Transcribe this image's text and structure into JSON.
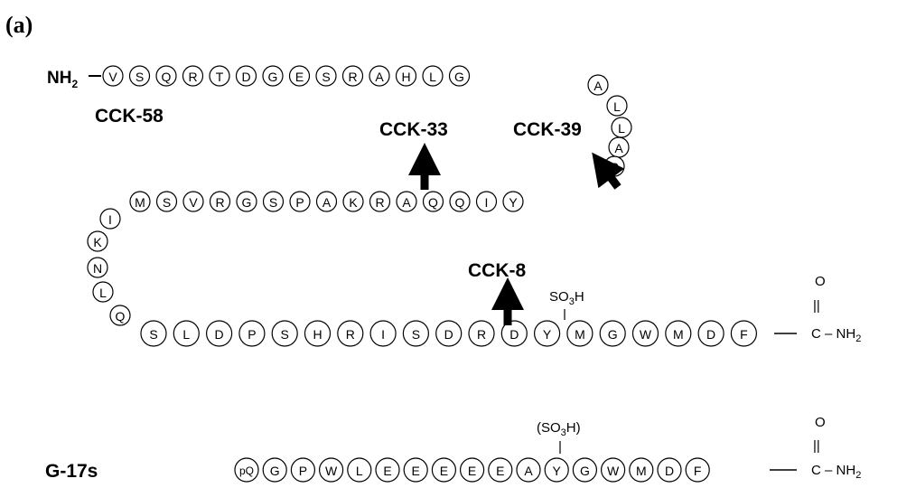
{
  "panel_label": "(a)",
  "cck": {
    "n_term": "NH",
    "n_term_sub": "2",
    "name": "CCK-58",
    "row1": [
      "V",
      "S",
      "Q",
      "R",
      "T",
      "D",
      "G",
      "E",
      "S",
      "R",
      "A",
      "H",
      "L",
      "G"
    ],
    "loop_right": [
      "A",
      "L",
      "L",
      "A",
      "R"
    ],
    "row2": [
      "M",
      "S",
      "V",
      "R",
      "G",
      "S",
      "P",
      "A",
      "K",
      "R",
      "A",
      "Q",
      "Q",
      "I",
      "Y"
    ],
    "loop_left": [
      "I",
      "K",
      "N",
      "L",
      "Q"
    ],
    "row3": [
      "S",
      "L",
      "D",
      "P",
      "S",
      "H",
      "R",
      "I",
      "S",
      "D",
      "R",
      "D",
      "Y",
      "M",
      "G",
      "W",
      "M",
      "D",
      "F"
    ],
    "cleavage": [
      "CCK-33",
      "CCK-39",
      "CCK-8"
    ],
    "sulfate": "SO",
    "sulfate_sub": "3",
    "sulfate_h": "H",
    "c_term_o": "O",
    "c_term_bond": "||",
    "c_term": "C – NH",
    "c_term_sub": "2"
  },
  "gastrin": {
    "name": "G-17s",
    "residues": [
      "pQ",
      "G",
      "P",
      "W",
      "L",
      "E",
      "E",
      "E",
      "E",
      "E",
      "A",
      "Y",
      "G",
      "W",
      "M",
      "D",
      "F"
    ],
    "sulfate": "(SO",
    "sulfate_sub": "3",
    "sulfate_h": "H)",
    "c_term_o": "O",
    "c_term_bond": "||",
    "c_term": "C – NH",
    "c_term_sub": "2"
  }
}
